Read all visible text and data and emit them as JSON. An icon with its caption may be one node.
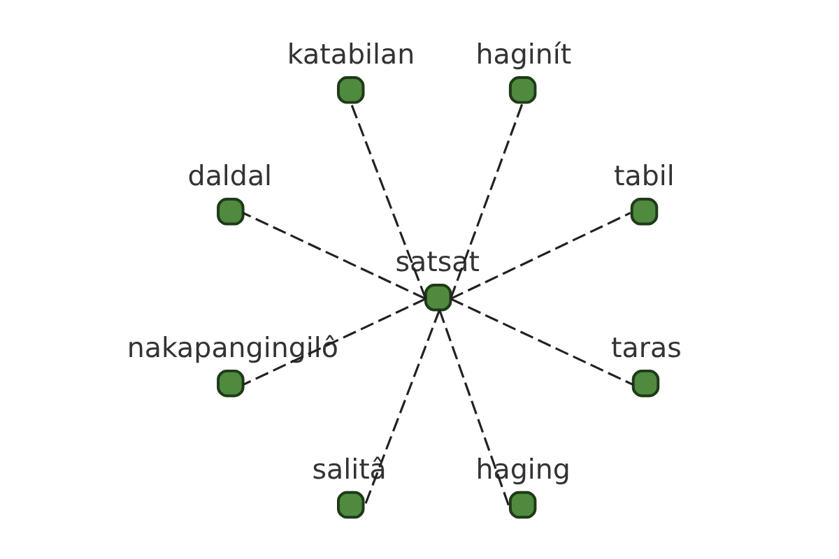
{
  "diagram": {
    "nodes": [
      {
        "text": [
          "tabil"
        ]
      },
      {
        "text": [
          "haginít"
        ]
      },
      {
        "text": [
          "katabilan"
        ]
      },
      {
        "text": [
          "satsat"
        ]
      },
      {
        "text": [
          "daldal"
        ]
      },
      {
        "text": [
          "nakapangingilô"
        ]
      },
      {
        "text": [
          "salitâ"
        ]
      },
      {
        "text": [
          "haging"
        ]
      },
      {
        "text": [
          "taras"
        ]
      }
    ],
    "edges": [
      {
        "from": 3,
        "to": 0,
        "arrow": "none",
        "style": "dashed"
      },
      {
        "from": 3,
        "to": 1,
        "arrow": "none",
        "style": "dashed"
      },
      {
        "from": 3,
        "to": 2,
        "arrow": "none",
        "style": "dashed"
      },
      {
        "from": 3,
        "to": 4,
        "arrow": "none",
        "style": "dashed"
      },
      {
        "from": 3,
        "to": 5,
        "arrow": "none",
        "style": "dashed"
      },
      {
        "from": 3,
        "to": 6,
        "arrow": "none",
        "style": "dashed"
      },
      {
        "from": 3,
        "to": 7,
        "arrow": "none",
        "style": "dashed"
      },
      {
        "from": 3,
        "to": 8,
        "arrow": "none",
        "style": "dashed"
      }
    ]
  }
}
